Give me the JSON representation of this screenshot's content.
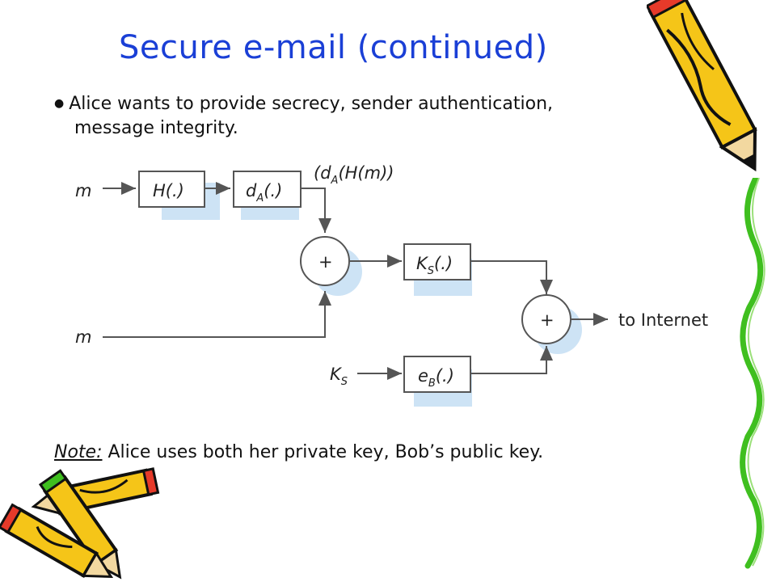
{
  "slide": {
    "title": "Secure e-mail (continued)",
    "bullet_line1": "Alice wants to provide secrecy, sender authentication,",
    "bullet_line2": "message integrity.",
    "note_label": "Note:",
    "note_text": " Alice uses both her private key, Bob’s public key."
  },
  "diagram": {
    "input_m_top": "m",
    "input_m_bottom": "m",
    "hash_box": "H(.)",
    "sign_box_main": "d",
    "sign_box_sub": "A",
    "sign_box_tail": "(.)",
    "signature_output_pre": "(d",
    "signature_output_sub": "A",
    "signature_output_post": "(H(m))",
    "concat_symbol_1": "+",
    "session_key_box_main": "K",
    "session_key_box_sub": "S",
    "session_key_box_tail": "(.)",
    "concat_symbol_2": "+",
    "output_label": "to Internet",
    "session_key_input_main": "K",
    "session_key_input_sub": "S",
    "bob_key_box_main": "e",
    "bob_key_box_sub": "B",
    "bob_key_box_tail": "(.)"
  },
  "colors": {
    "title": "#1a3fd6",
    "box_shadow": "#cde3f5",
    "lines": "#555555",
    "pencil_yellow": "#f5c518",
    "pencil_red": "#e63a2a",
    "vine_green": "#3fbf1f"
  }
}
